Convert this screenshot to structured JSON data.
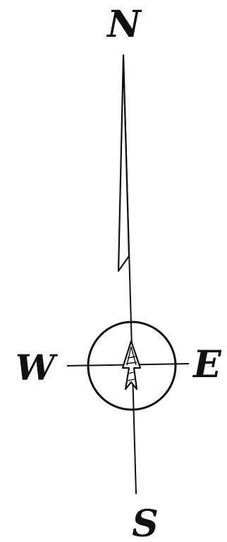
{
  "compass": {
    "north_label": "N",
    "south_label": "S",
    "east_label": "E",
    "west_label": "W",
    "ink_color": "#111111",
    "background": "#ffffff"
  }
}
